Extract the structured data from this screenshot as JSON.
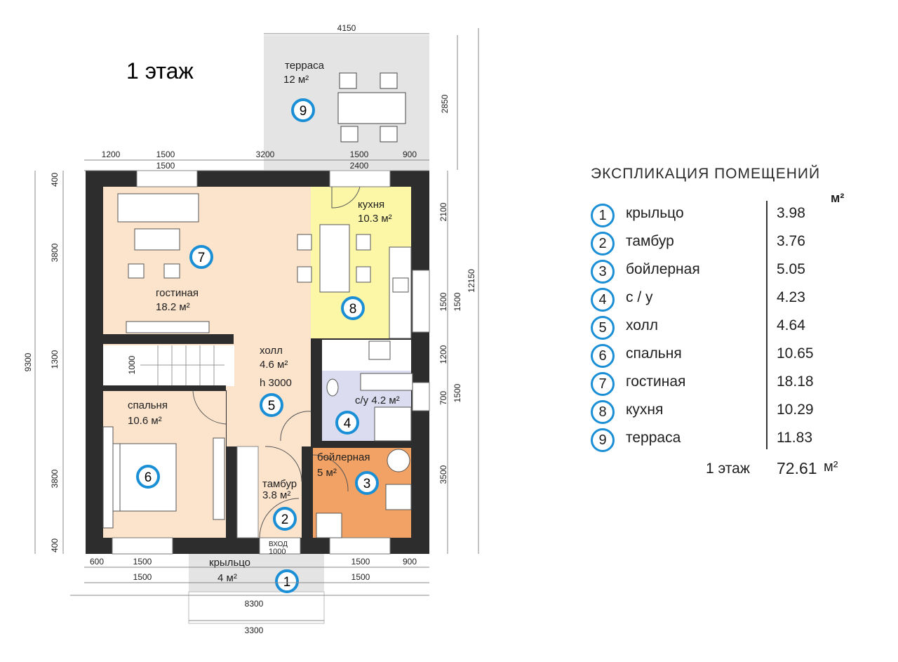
{
  "floor_title": "1 этаж",
  "legend": {
    "title": "ЭКСПЛИКАЦИЯ ПОМЕЩЕНИЙ",
    "unit": "м²",
    "rows": [
      {
        "num": "1",
        "name": "крыльцо",
        "value": "3.98"
      },
      {
        "num": "2",
        "name": "тамбур",
        "value": "3.76"
      },
      {
        "num": "3",
        "name": "бойлерная",
        "value": "5.05"
      },
      {
        "num": "4",
        "name": "с / у",
        "value": "4.23"
      },
      {
        "num": "5",
        "name": "холл",
        "value": "4.64"
      },
      {
        "num": "6",
        "name": "спальня",
        "value": "10.65"
      },
      {
        "num": "7",
        "name": "гостиная",
        "value": "18.18"
      },
      {
        "num": "8",
        "name": "кухня",
        "value": "10.29"
      },
      {
        "num": "9",
        "name": "терраса",
        "value": "11.83"
      }
    ],
    "total_label": "1 этаж",
    "total_value": "72.61",
    "total_unit": "м²"
  },
  "rooms": {
    "terrace": {
      "name": "терраса",
      "area": "12 м²",
      "num": "9"
    },
    "living": {
      "name": "гостиная",
      "area": "18.2 м²",
      "num": "7"
    },
    "kitchen": {
      "name": "кухня",
      "area": "10.3 м²",
      "num": "8"
    },
    "hall": {
      "name": "холл",
      "area": "4.6 м²",
      "height": "h 3000",
      "num": "5"
    },
    "bath": {
      "name": "с/у 4.2 м²",
      "num": "4"
    },
    "bedroom": {
      "name": "спальня",
      "area": "10.6 м²",
      "num": "6"
    },
    "vestibule": {
      "name": "тамбур",
      "area": "3.8 м²",
      "num": "2"
    },
    "boiler": {
      "name": "бойлерная",
      "area": "5 м²",
      "num": "3"
    },
    "porch": {
      "name": "крыльцо",
      "area": "4 м²",
      "num": "1"
    },
    "entrance": {
      "name": "ВХОД",
      "width": "1000"
    }
  },
  "dimensions": {
    "terrace_width": "4150",
    "terrace_depth": "2850",
    "top_row": [
      "1200",
      "1500",
      "3200",
      "1500",
      "900"
    ],
    "top_row2": [
      "1500",
      "2400"
    ],
    "left_total": "9300",
    "left_segments": [
      "400",
      "3800",
      "1300",
      "3800",
      "400"
    ],
    "stair_width": "1000",
    "right_segments": [
      "2100",
      "1500",
      "1200",
      "700",
      "3500"
    ],
    "right_segments2": [
      "1500",
      "1500"
    ],
    "right_total": "12150",
    "bottom_row": [
      "600",
      "1500",
      "1500",
      "900"
    ],
    "bottom_row2": [
      "1500",
      "1500"
    ],
    "overall_width": "8300",
    "porch_width": "3300"
  },
  "colors": {
    "wall": "#2d2d2d",
    "living": "#fbe3cc",
    "kitchen": "#fbf7a6",
    "bath": "#dcdcf0",
    "boiler": "#f2a264",
    "terrace": "#e4e4e4",
    "marker": "#1a8fd6"
  }
}
